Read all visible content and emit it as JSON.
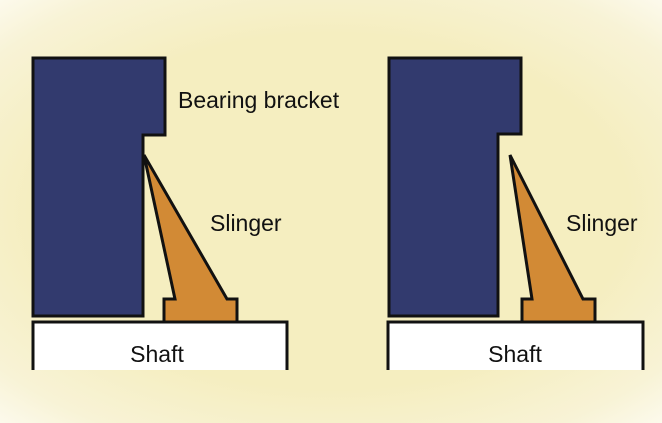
{
  "colors": {
    "bracket": "#323a6e",
    "slinger": "#d28a35",
    "shaft": "#ffffff",
    "outline": "#111111"
  },
  "left_panel": {
    "bracket_label": "Bearing bracket",
    "slinger_label": "Slinger",
    "shaft_label": "Shaft"
  },
  "right_panel": {
    "slinger_label": "Slinger",
    "shaft_label": "Shaft"
  }
}
